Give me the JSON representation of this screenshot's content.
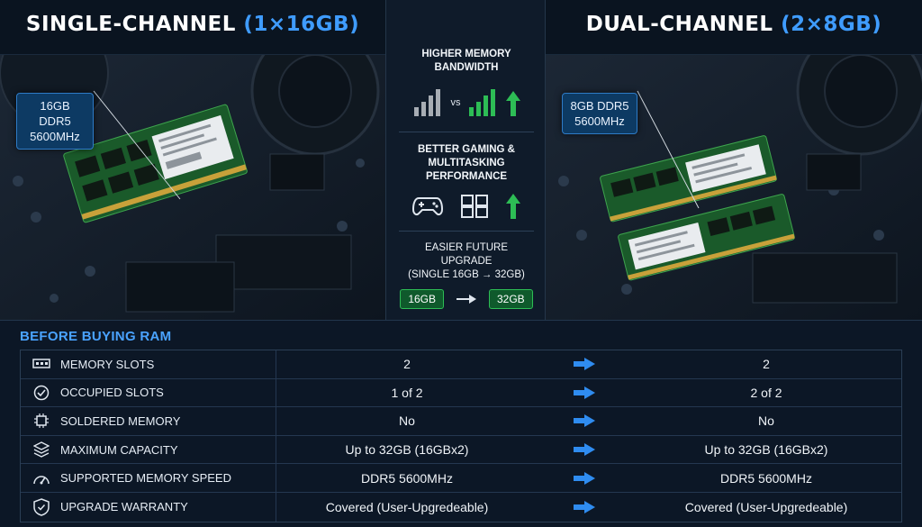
{
  "header": {
    "left_title_main": "SINGLE-CHANNEL ",
    "left_title_accent": "(1×16GB)",
    "right_title_main": "DUAL-CHANNEL ",
    "right_title_accent": "(2×8GB)"
  },
  "left_panel": {
    "tag_line1": "16GB DDR5",
    "tag_line2": "5600MHz"
  },
  "right_panel": {
    "tag_line1": "8GB DDR5",
    "tag_line2": "5600MHz"
  },
  "middle": {
    "bandwidth_title_1": "HIGHER MEMORY",
    "bandwidth_title_2": "BANDWIDTH",
    "vs_label": "vs",
    "gaming_title_1": "BETTER GAMING &",
    "gaming_title_2": "MULTITASKING",
    "gaming_title_3": "PERFORMANCE",
    "upgrade_title_1": "EASIER FUTURE",
    "upgrade_title_2": "UPGRADE",
    "upgrade_title_3": "(SINGLE 16GB → 32GB)",
    "from_chip": "16GB",
    "to_chip": "32GB",
    "accent_green": "#2dbd55"
  },
  "table": {
    "heading": "BEFORE BUYING RAM",
    "rows": [
      {
        "label": "MEMORY SLOTS",
        "icon": "ram-slot-icon",
        "single": "2",
        "dual": "2"
      },
      {
        "label": "OCCUPIED SLOTS",
        "icon": "check-circle-icon",
        "single": "1 of 2",
        "dual": "2 of 2"
      },
      {
        "label": "SOLDERED MEMORY",
        "icon": "chip-icon",
        "single": "No",
        "dual": "No"
      },
      {
        "label": "MAXIMUM CAPACITY",
        "icon": "layers-icon",
        "single": "Up to 32GB (16GBx2)",
        "dual": "Up to 32GB (16GBx2)"
      },
      {
        "label": "SUPPORTED MEMORY SPEED",
        "icon": "speedometer-icon",
        "single": "DDR5 5600MHz",
        "dual": "DDR5 5600MHz"
      },
      {
        "label": "UPGRADE WARRANTY",
        "icon": "shield-icon",
        "single": "Covered (User-Upgredeable)",
        "dual": "Covered (User-Upgredeable)"
      }
    ]
  },
  "colors": {
    "accent_blue": "#3f9cff",
    "arrow_blue": "#2f8cf0",
    "background": "#0a1420"
  }
}
